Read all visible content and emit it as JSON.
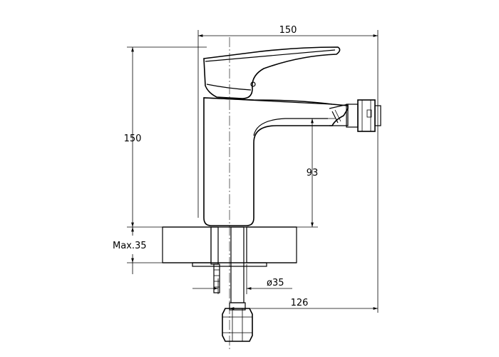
{
  "dimensions": {
    "total_width": "150",
    "total_height": "150",
    "spout_height": "93",
    "max_thickness": "Max.35",
    "hole_diameter": "ø35",
    "reach": "126"
  }
}
